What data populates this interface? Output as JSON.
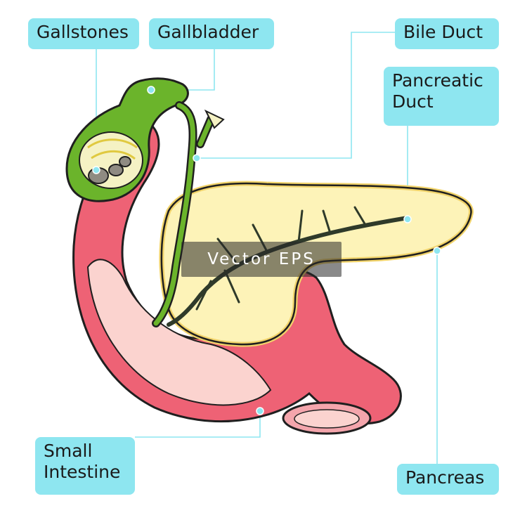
{
  "labels": {
    "gallstones": "Gallstones",
    "gallbladder": "Gallbladder",
    "bile_duct": "Bile Duct",
    "pancreatic_duct": "Pancreatic Duct",
    "small_intestine": "Small Intestine",
    "pancreas": "Pancreas"
  },
  "watermark": "Vector EPS",
  "colors": {
    "label_bg": "#8ee6f0",
    "leader_line": "#8ee6f0",
    "intestine": "#ee6275",
    "intestine_inner": "#fbd3cf",
    "pancreas": "#fdf3b8",
    "pancreas_edge": "#f1d36a",
    "gallbladder": "#6bb42b",
    "duct": "#2f3a2a",
    "outline": "#1f1f1f"
  }
}
